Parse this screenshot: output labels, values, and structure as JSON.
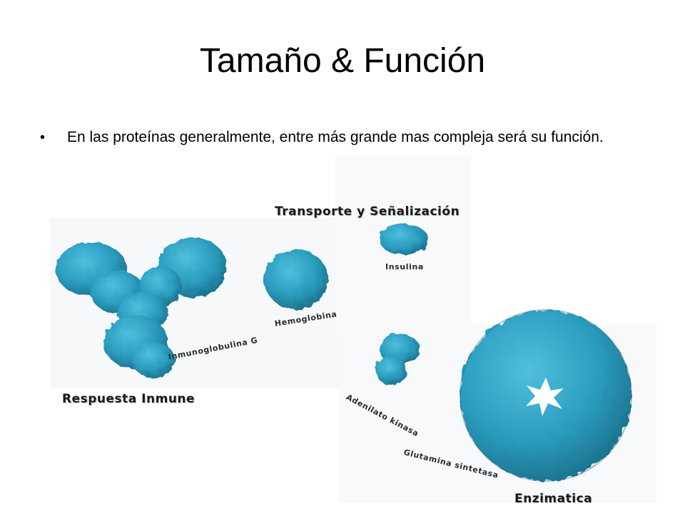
{
  "slide": {
    "title": "Tamaño & Función",
    "bullet": "En las proteínas generalmente, entre más grande mas compleja será su función."
  },
  "figure": {
    "categories": {
      "transport": "Transporte y Señalización",
      "immune": "Respuesta Inmune",
      "enzymatic": "Enzimatica"
    },
    "proteins": {
      "insulin": "Insulina",
      "hemoglobin": "Hemoglobina",
      "immunoglobulin": "Inmunoglobulina G",
      "adenylate_kinase": "Adenilato kinasa",
      "glutamine_synthetase": "Glutamina sintetasa"
    },
    "protein_color": "#2a9bbd"
  }
}
